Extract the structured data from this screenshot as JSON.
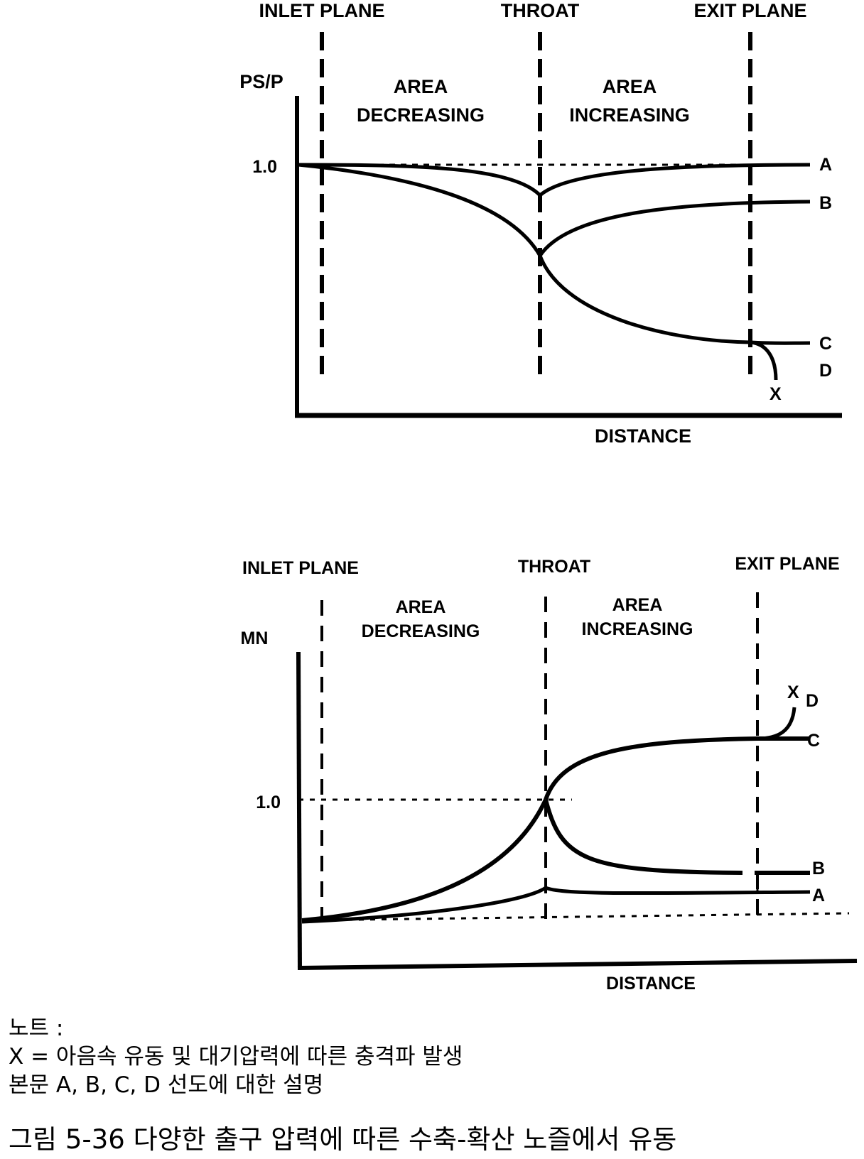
{
  "top_diagram": {
    "headers": {
      "inlet": "INLET PLANE",
      "throat": "THROAT",
      "exit": "EXIT PLANE"
    },
    "y_axis_label": "PS/P",
    "region_left": {
      "line1": "AREA",
      "line2": "DECREASING"
    },
    "region_right": {
      "line1": "AREA",
      "line2": "INCREASING"
    },
    "tick_label": "1.0",
    "curve_labels": {
      "a": "A",
      "b": "B",
      "c": "C",
      "d": "D",
      "x": "X"
    },
    "x_axis_label": "DISTANCE"
  },
  "bottom_diagram": {
    "headers": {
      "inlet": "INLET PLANE",
      "throat": "THROAT",
      "exit": "EXIT PLANE"
    },
    "y_axis_label": "MN",
    "region_left": {
      "line1": "AREA",
      "line2": "DECREASING"
    },
    "region_right": {
      "line1": "AREA",
      "line2": "INCREASING"
    },
    "tick_label": "1.0",
    "curve_labels": {
      "a": "A",
      "b": "B",
      "c": "C",
      "d": "D",
      "x": "X"
    },
    "x_axis_label": "DISTANCE"
  },
  "notes": {
    "heading": "노트 :",
    "line1": "X = 아음속 유동 및 대기압력에 따른 충격파 발생",
    "line2": "본문 A, B, C, D 선도에 대한 설명"
  },
  "caption": "그림 5-36 다양한 출구 압력에 따른 수축-확산 노즐에서 유동"
}
